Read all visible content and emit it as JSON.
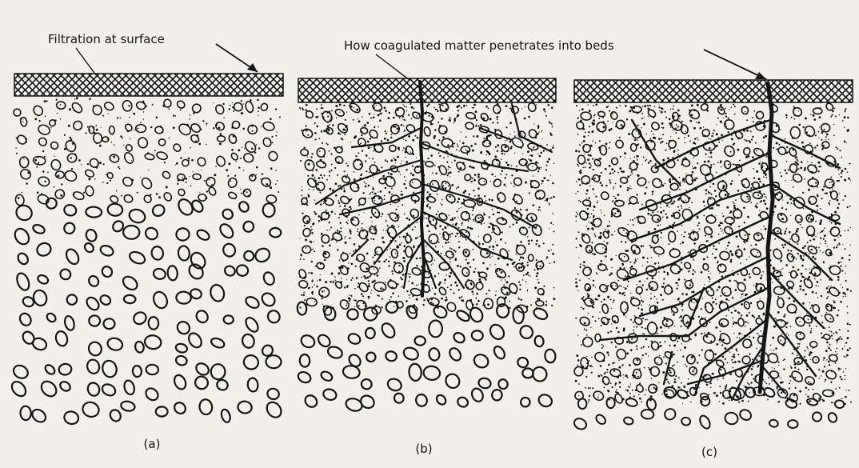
{
  "annotations": {
    "surface": "Filtration at surface",
    "penetration": "How coagulated matter penetrates into beds"
  },
  "panels": [
    {
      "id": "a",
      "caption": "(a)"
    },
    {
      "id": "b",
      "caption": "(b)"
    },
    {
      "id": "c",
      "caption": "(c)"
    }
  ],
  "colors": {
    "background": "#f2f0ea",
    "ink": "#151515"
  }
}
